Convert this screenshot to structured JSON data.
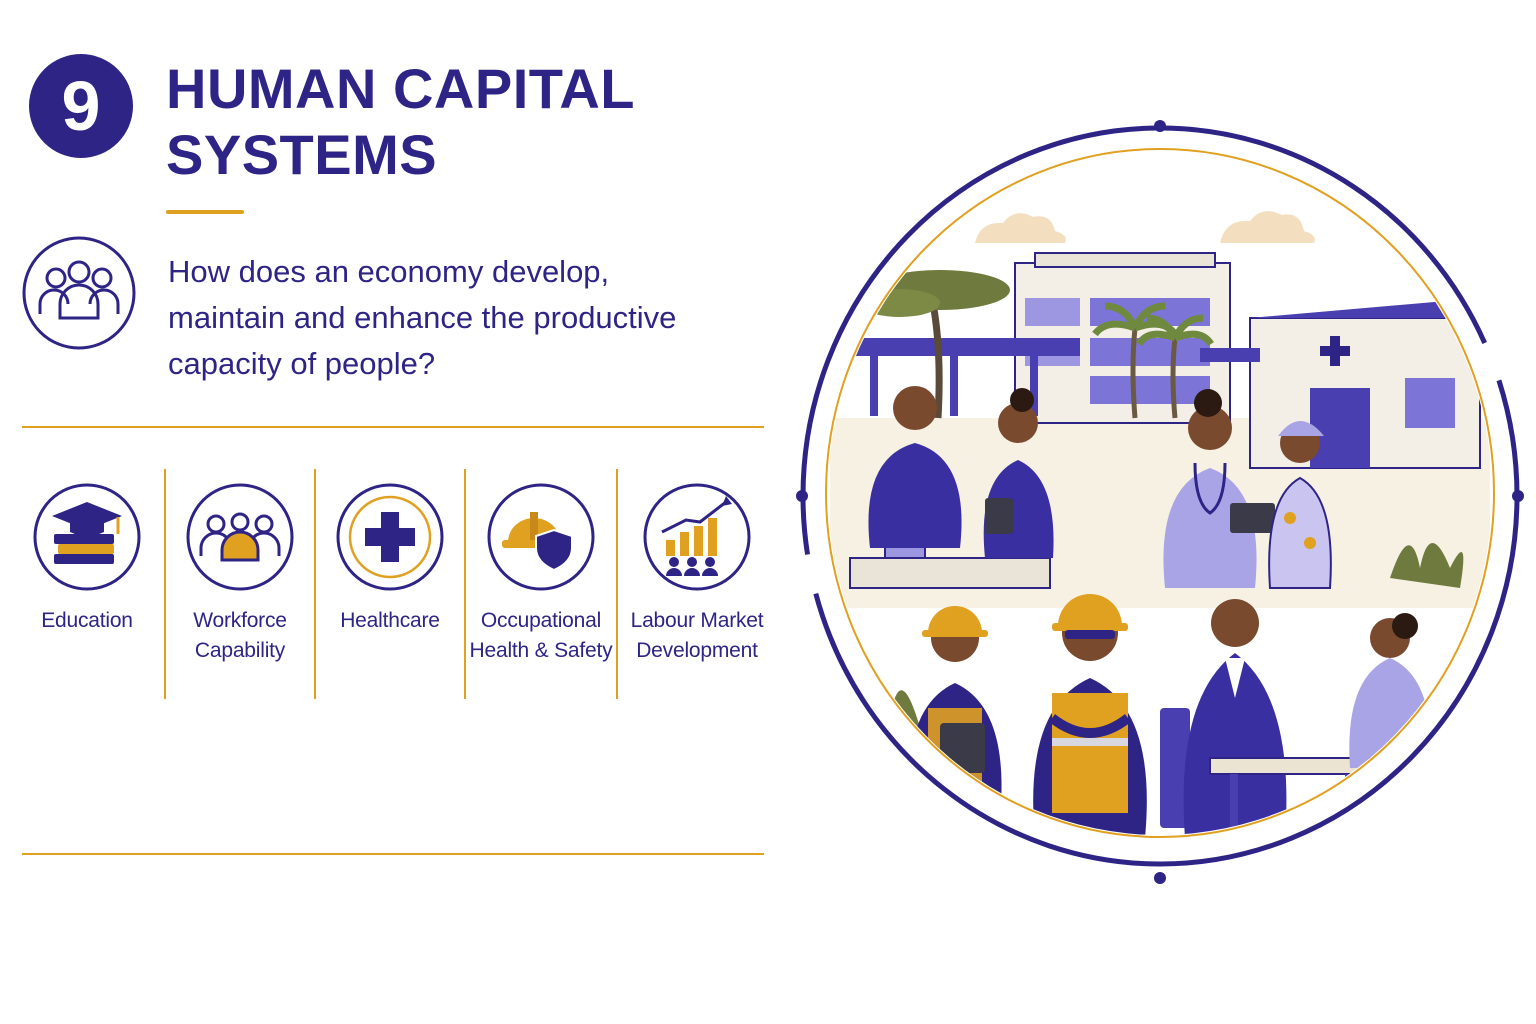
{
  "header": {
    "number": "9",
    "title_line1": "HUMAN CAPITAL",
    "title_line2": "SYSTEMS"
  },
  "question": {
    "text": "How does an economy develop, maintain and enhance the productive capacity of people?",
    "icon": "people-group-icon"
  },
  "categories": [
    {
      "label": "Education",
      "icon": "graduation-cap-books-icon"
    },
    {
      "label": "Workforce\nCapability",
      "icon": "team-icon"
    },
    {
      "label": "Healthcare",
      "icon": "medical-cross-icon"
    },
    {
      "label": "Occupational\nHealth & Safety",
      "icon": "hardhat-shield-icon"
    },
    {
      "label": "Labour Market\nDevelopment",
      "icon": "growth-chart-people-icon"
    }
  ],
  "colors": {
    "primary": "#2e2486",
    "accent": "#e0a020",
    "light_purple": "#a9a4e6",
    "skin": "#7a4a2e"
  }
}
